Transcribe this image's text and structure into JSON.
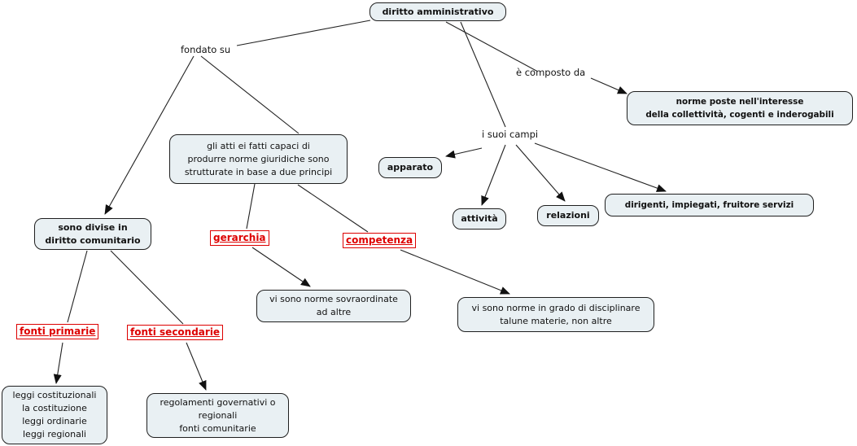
{
  "map_title": "diritto amministrativo",
  "colors": {
    "node_fill": "#e9f0f3",
    "node_border": "#1f1f1f",
    "red_accent": "#dd0000",
    "line": "#222222",
    "background": "#ffffff"
  },
  "nodes": {
    "root": {
      "label": "diritto amministrativo"
    },
    "norme_poste": {
      "label": "norme poste nell'interesse\ndella collettività, cogenti e inderogabili"
    },
    "gli_atti": {
      "label": "gli atti ei fatti capaci di\nprodurre norme giuridiche sono\nstrutturate in base a due principi"
    },
    "apparato": {
      "label": "apparato"
    },
    "attivita": {
      "label": "attività"
    },
    "relazioni": {
      "label": "relazioni"
    },
    "dirigenti": {
      "label": "dirigenti, impiegati, fruitore servizi"
    },
    "sono_divise": {
      "label": "sono divise in\ndiritto comunitario"
    },
    "norme_sovraordinate": {
      "label": "vi sono norme sovraordinate\nad altre"
    },
    "norme_disciplinare": {
      "label": "vi sono norme in grado di disciplinare\ntalune materie, non altre"
    },
    "leggi": {
      "label": "leggi costituzionali\nla costituzione\nleggi ordinarie\nleggi regionali"
    },
    "regolamenti": {
      "label": "regolamenti governativi o\nregionali\nfonti comunitarie"
    }
  },
  "link_labels": {
    "fondato_su": "fondato su",
    "e_composto_da": "è composto da",
    "i_suoi_campi": "i suoi campi"
  },
  "red_labels": {
    "gerarchia": "gerarchia",
    "competenza": "competenza",
    "fonti_primarie": "fonti primarie",
    "fonti_secondarie": "fonti secondarie"
  }
}
